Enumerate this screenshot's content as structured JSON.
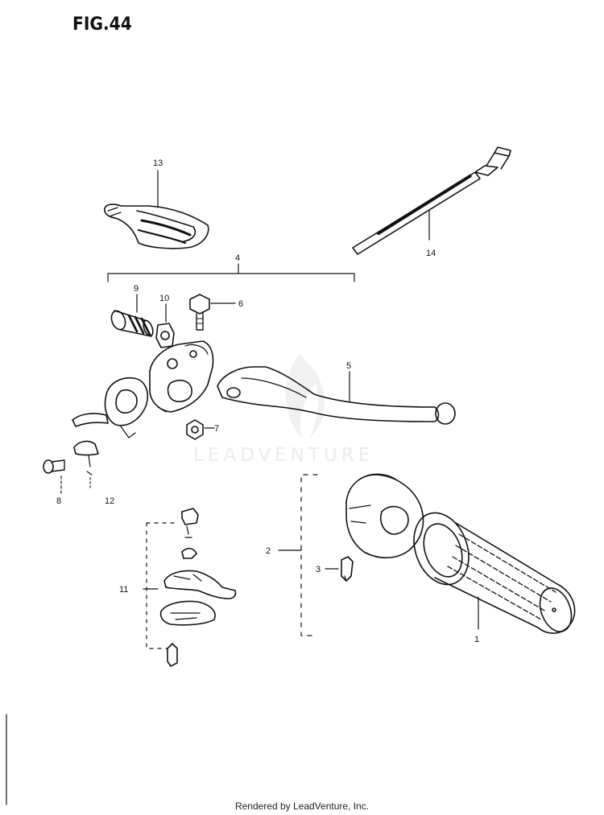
{
  "figure_title": "FIG.44",
  "watermark_text": "LEADVENTURE",
  "footer_text": "Rendered by LeadVenture, Inc.",
  "callouts": [
    "1",
    "2",
    "3",
    "4",
    "5",
    "6",
    "7",
    "8",
    "9",
    "10",
    "11",
    "12",
    "13",
    "14"
  ],
  "colors": {
    "line": "#111111",
    "watermark": "#ececec",
    "background": "#ffffff"
  }
}
